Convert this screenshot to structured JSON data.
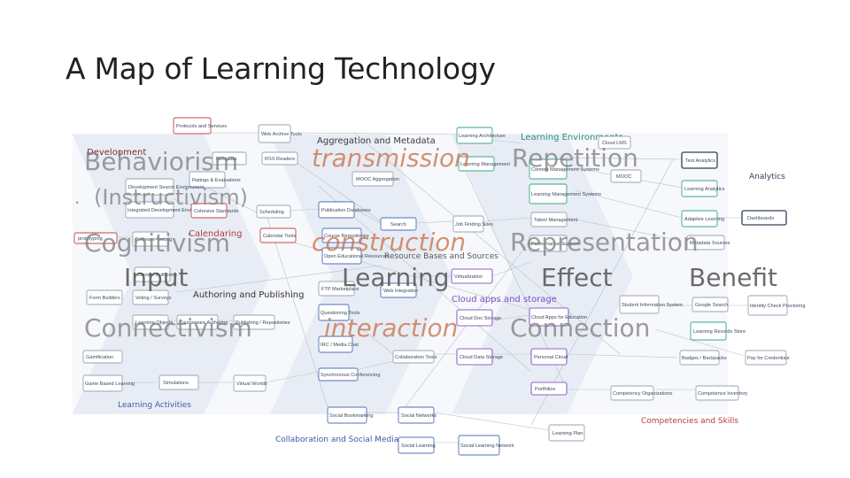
{
  "slide": {
    "title": "A Map of Learning Technology"
  },
  "overlay": {
    "theories": [
      "Behaviorism",
      "(Instructivism)",
      "Cognitivism",
      "Connectivism"
    ],
    "approaches": [
      "transmission",
      "construction",
      "interaction"
    ],
    "outcomes": [
      "Repetition",
      "Representation",
      "Connection"
    ],
    "flow": [
      "Input",
      "Learning",
      "Effect",
      "Benefit"
    ],
    "bullet": "."
  },
  "sections": {
    "development": "Development",
    "aggregation": "Aggregation and Metadata",
    "calendaring": "Calendaring",
    "learning_environments": "Learning Environments",
    "analytics": "Analytics",
    "resource_bases": "Resource Bases and Sources",
    "authoring": "Authoring and Publishing",
    "cloud": "Cloud apps and storage",
    "learning_activities": "Learning Activities",
    "competencies": "Competencies and Skills",
    "collaboration": "Collaboration and Social Media"
  },
  "boxes": {
    "protocols": "Protocols and Services",
    "web_archive": "Web Archive Tools",
    "learning_architecture": "Learning Architecture",
    "cloud_lms": "Cloud LMS",
    "metadata": "Metadata",
    "rss_readers": "RSS Readers",
    "learning_management": "Learning Management",
    "content_mgmt": "Content Management Systems",
    "mooc": "MOOC Aggregation",
    "test_analytics": "Test Analytics",
    "ratings": "Ratings & Evaluations",
    "mooc_side": "MOOC",
    "learning_analytics": "Learning Analytics",
    "dev_search": "Development Search Environment",
    "lms": "Learning Management Systems",
    "integrated_dev": "Integrated Development Environment",
    "cohesive_standards": "Cohesive Standards",
    "scheduling": "Scheduling",
    "pub_databases": "Publication Databases",
    "talent_mgmt": "Talent Management",
    "adaptive_learning": "Adaptive Learning",
    "dashboards": "Dashboards",
    "search": "Search",
    "job_finding": "Job Finding Sites",
    "calendar_tools": "Calendar Tools",
    "prototyping": "prototyping",
    "software_testing": "Software Testing",
    "course_repositories": "Course Repositories",
    "open_educational": "Open Educational Resources",
    "performance_support": "Performance Support",
    "metadata_sources": "Metadata Sources",
    "content_authoring": "Content Authoring",
    "virtualization": "Virtualization",
    "web_integration": "Web Integration",
    "form_builders": "Form Builders",
    "voting_surveys": "Voting / Surveys",
    "ftp": "FTP Marketplace",
    "student_info": "Student Information System",
    "google_search": "Google Search",
    "identity_check": "Identity Check Proctoring",
    "learning_objects": "Learning Objects",
    "courseware_authoring": "Courseware Authoring",
    "publishing": "Publishing / Repositories",
    "questioning": "Questioning Tools",
    "cloud_doc": "Cloud Doc Storage",
    "cloud_apps_edu": "Cloud Apps for Education",
    "learning_records": "Learning Records Store",
    "irc_chat": "IRC / Media Chat",
    "gamification": "Gamification",
    "collab_tools": "Collaboration Tools",
    "cloud_data": "Cloud Data Storage",
    "personal_cloud": "Personal Cloud",
    "badges": "Badges / Backpacks",
    "pay_credentials": "Pay for Credentials",
    "synchronous": "Synchronous Conferencing",
    "game_based": "Game Based Learning",
    "simulations": "Simulations",
    "virtual_worlds": "Virtual Worlds",
    "portfolios": "Portfolios",
    "comp_orgs": "Competency Organizations",
    "comp_inventory": "Competence Inventory",
    "social_bookmarking": "Social Bookmarking",
    "social_networks": "Social Networks",
    "learning_plan": "Learning Plan",
    "social_learning": "Social Learning",
    "social_learning_network": "Social Learning Network"
  },
  "colors": {
    "chevron": "#e8edf5",
    "orange_text": "#c96f48",
    "purple": "#7b4fbf",
    "teal": "#2e8f7a",
    "red": "#b53a3a",
    "blue": "#3d5aa6",
    "title": "#222222"
  }
}
